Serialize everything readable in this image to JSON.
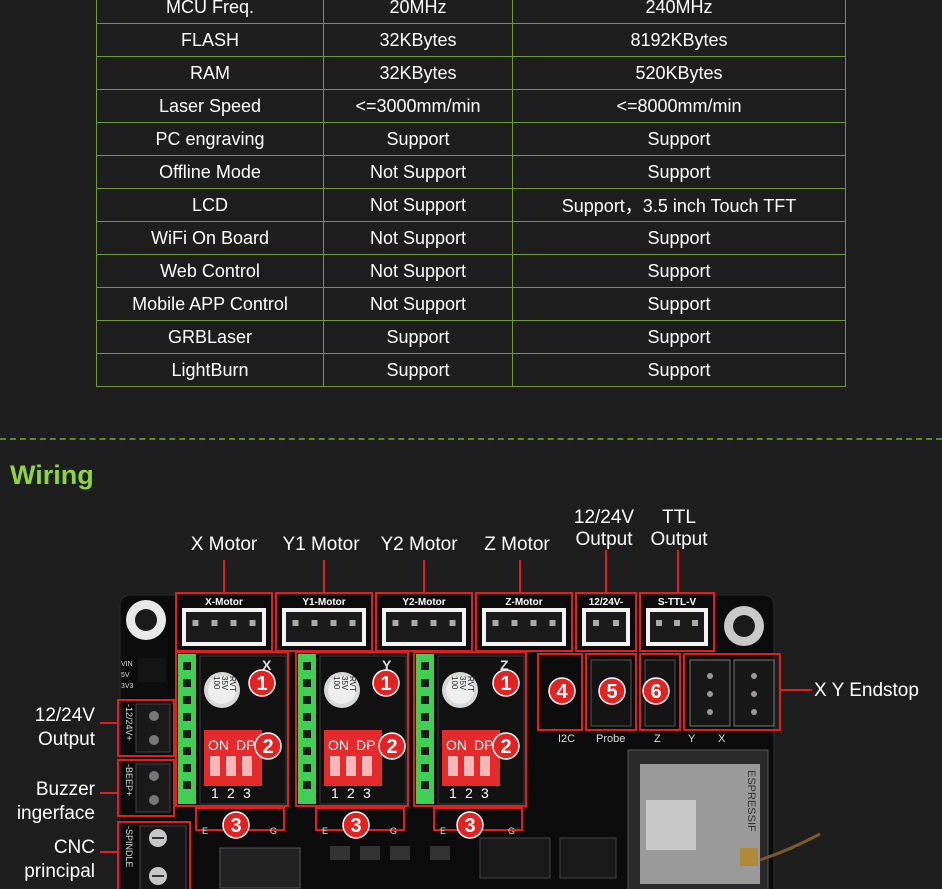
{
  "spec_table": {
    "rows": [
      [
        "MCU Freq.",
        "20MHz",
        "240MHz"
      ],
      [
        "FLASH",
        "32KBytes",
        "8192KBytes"
      ],
      [
        "RAM",
        "32KBytes",
        "520KBytes"
      ],
      [
        "Laser Speed",
        "<=3000mm/min",
        "<=8000mm/min"
      ],
      [
        "PC engraving",
        "Support",
        "Support"
      ],
      [
        "Offline Mode",
        "Not Support",
        "Support"
      ],
      [
        "LCD",
        "Not Support",
        "Support，3.5 inch Touch TFT"
      ],
      [
        "WiFi On Board",
        "Not Support",
        "Support"
      ],
      [
        "Web Control",
        "Not Support",
        "Support"
      ],
      [
        "Mobile APP Control",
        "Not Support",
        "Support"
      ],
      [
        "GRBLaser",
        "Support",
        "Support"
      ],
      [
        "LightBurn",
        "Support",
        "Support"
      ]
    ]
  },
  "section": {
    "heading": "Wiring"
  },
  "labels": {
    "x_motor": "X Motor",
    "y1_motor": "Y1 Motor",
    "y2_motor": "Y2 Motor",
    "z_motor": "Z Motor",
    "out_1224_top": "12/24V",
    "out_1224_bottom": "Output",
    "ttl_top": "TTL",
    "ttl_bottom": "Output",
    "xy_endstop": "X Y Endstop",
    "left_out_top": "12/24V",
    "left_out_bottom": "Output",
    "buzzer_top": "Buzzer",
    "buzzer_bottom": "ingerface",
    "cnc_top": "CNC",
    "cnc_bottom": "principal"
  },
  "board": {
    "headers": [
      "X-Motor",
      "Y1-Motor",
      "Y2-Motor",
      "Z-Motor",
      "12/24V-",
      "S-TTL-V"
    ],
    "axis_letters": [
      "X",
      "Y",
      "Z"
    ],
    "cap_text": [
      "100",
      "35V",
      "RVT"
    ],
    "dip_on": "ON",
    "dip_dp": "DP",
    "dip_numbers": [
      "1",
      "2",
      "3"
    ],
    "side_labels": [
      "-12/24V+",
      "-BEEP+",
      "-SPINDLE"
    ],
    "port_labels": [
      "I2C",
      "Probe",
      "Z",
      "Y",
      "X"
    ],
    "chip_text": "ESPRESSIF",
    "pin_labels": [
      "E",
      "G"
    ],
    "voltage_labels": [
      "VIN",
      "5V",
      "3V3"
    ],
    "markers": [
      "1",
      "2",
      "3",
      "4",
      "5",
      "6"
    ]
  },
  "colors": {
    "accent": "#8fd63a",
    "table_border": "#6e9a3a",
    "marker_red": "#e52222",
    "highlight_red": "#e02020",
    "board_black": "#0c0c0c",
    "terminal_green": "#3fcf55"
  }
}
